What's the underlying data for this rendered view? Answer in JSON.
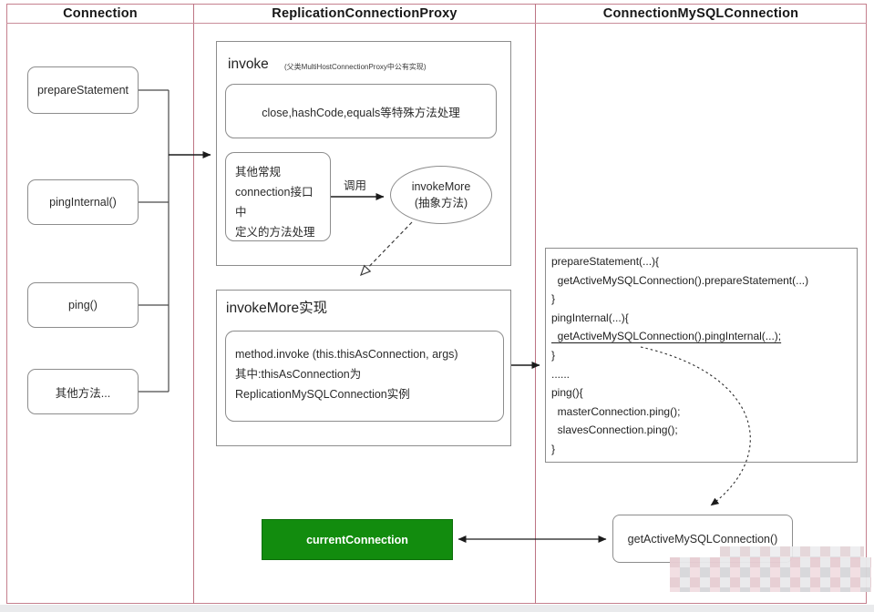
{
  "header": {
    "columns": [
      "Connection",
      "ReplicationConnectionProxy",
      "ConnectionMySQLConnection"
    ]
  },
  "connection_column": {
    "methods": [
      "prepareStatement",
      "pingInternal()",
      "ping()",
      "其他方法..."
    ]
  },
  "proxy_column": {
    "invoke_box": {
      "title": "invoke",
      "subtitle": "(父类MultiHostConnectionProxy中公有实现)",
      "special_methods": "close,hashCode,equals等特殊方法处理",
      "regular_methods": [
        "其他常规",
        "connection接口中",
        "定义的方法处理"
      ],
      "call_label": "调用",
      "ellipse_line1": "invokeMore",
      "ellipse_line2": "(抽象方法)"
    },
    "invoke_more_box": {
      "title": "invokeMore实现",
      "body": [
        "method.invoke (this.thisAsConnection, args)",
        "其中:thisAsConnection为",
        "ReplicationMySQLConnection实例"
      ]
    }
  },
  "mysql_column": {
    "code_lines": [
      "prepareStatement(...){",
      "  getActiveMySQLConnection().prepareStatement(...)",
      "}",
      "pingInternal(...){",
      "  getActiveMySQLConnection().pingInternal(...);",
      "}",
      "......",
      "ping(){",
      "  masterConnection.ping();",
      "  slavesConnection.ping();",
      "}"
    ],
    "get_active_box": "getActiveMySQLConnection()"
  },
  "footer": {
    "current_connection": "currentConnection"
  },
  "colors": {
    "accent_green": "#128c0e",
    "table_border": "#c5808e",
    "box_border": "#8d8d8d"
  }
}
